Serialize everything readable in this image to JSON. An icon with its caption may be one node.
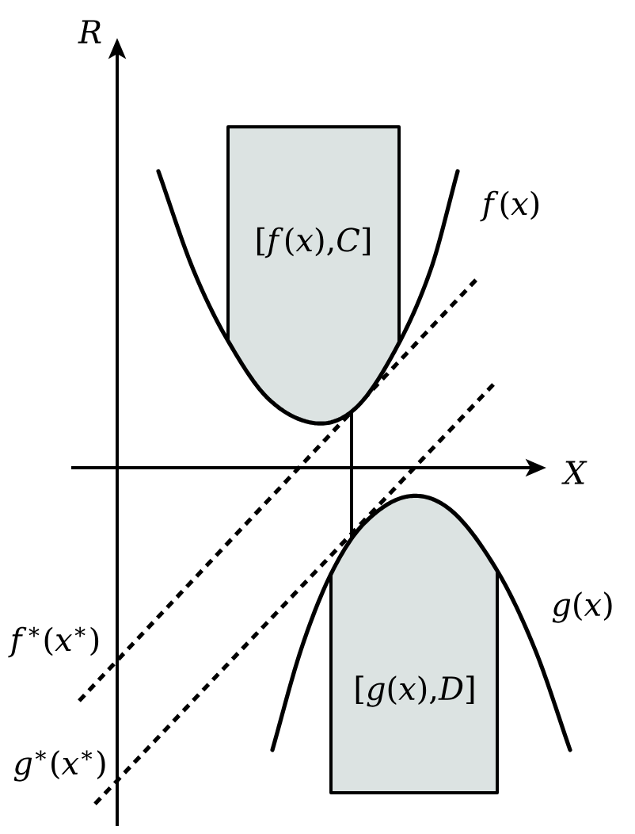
{
  "diagram": {
    "nodes": [
      {
        "text": [
          "[*f*(*x*),*C*]"
        ]
      },
      {
        "text": [
          "[*g*(*x*),*D*]"
        ]
      }
    ],
    "edges": [
      {
        "from": 0,
        "to": 1,
        "arrow": "none"
      }
    ],
    "labels": [
      "R",
      "*f*(*x*)",
      "X",
      "*g*(*x*)",
      "*f*$^{∗}$(*x*$^{∗}$)",
      "*g*$^{∗}$(*x*$^{∗}$)"
    ]
  }
}
